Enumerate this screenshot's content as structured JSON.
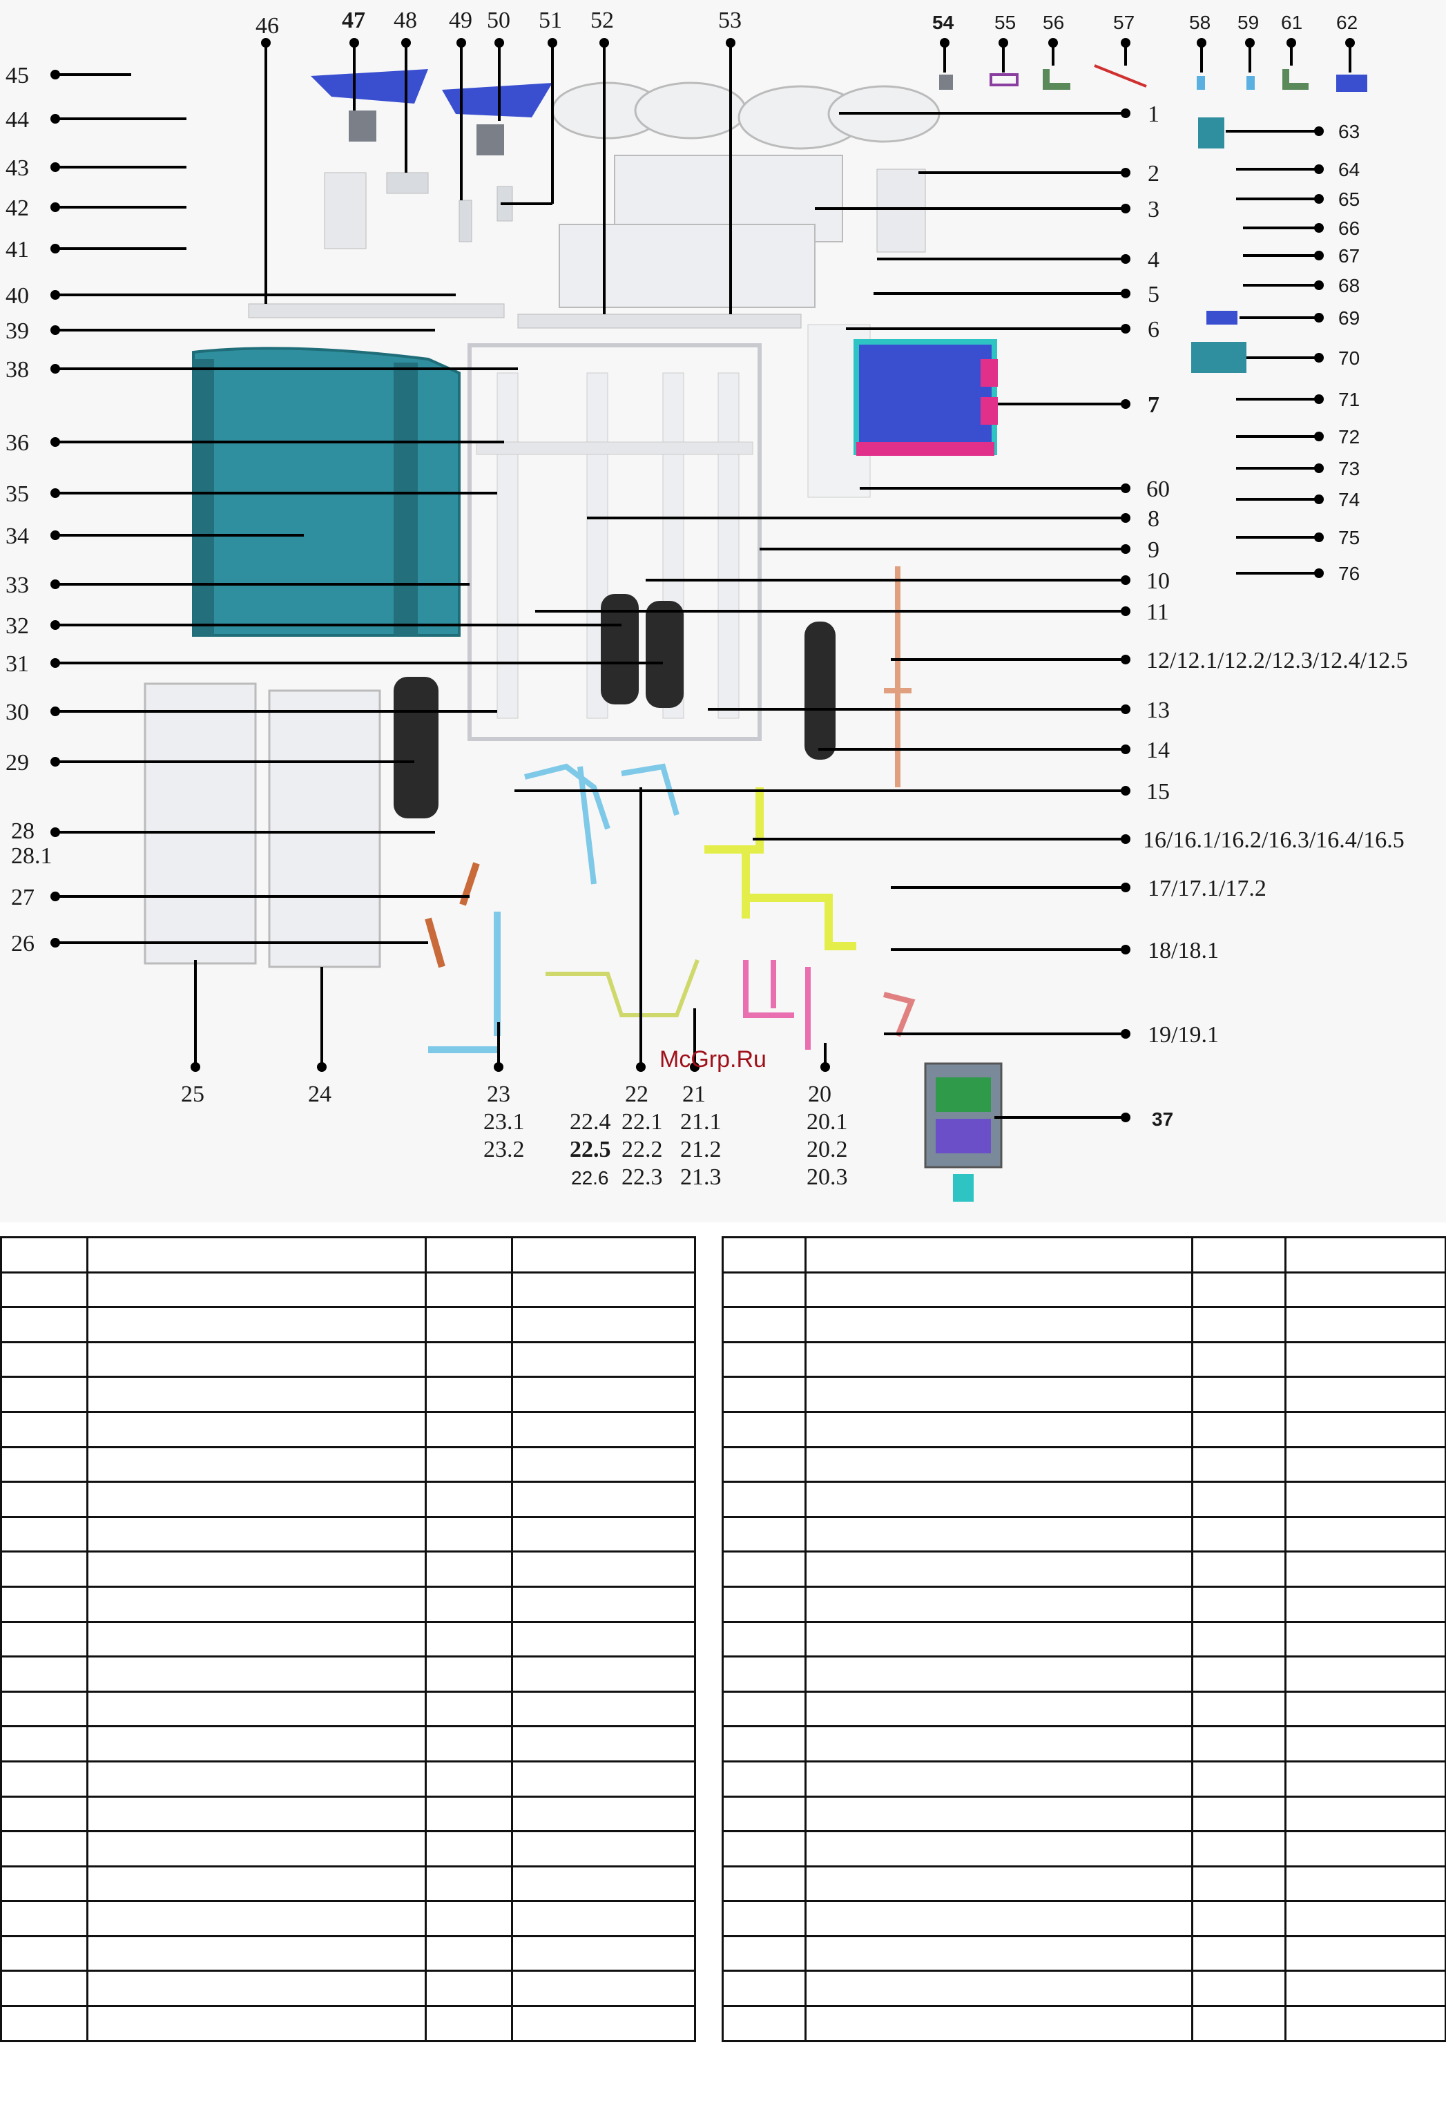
{
  "watermark": "McGrp.Ru",
  "callouts": {
    "top": [
      "46",
      "47",
      "48",
      "49",
      "50",
      "51",
      "52",
      "53",
      "54",
      "55",
      "56",
      "57",
      "58",
      "59",
      "61",
      "62"
    ],
    "left": [
      "45",
      "44",
      "43",
      "42",
      "41",
      "40",
      "39",
      "38",
      "36",
      "35",
      "34",
      "33",
      "32",
      "31",
      "30",
      "29",
      "28",
      "28.1",
      "27",
      "26"
    ],
    "right": [
      "1",
      "2",
      "3",
      "4",
      "5",
      "6",
      "7",
      "60",
      "8",
      "9",
      "10",
      "11",
      "12/12.1/12.2/12.3/12.4/12.5",
      "13",
      "14",
      "15",
      "16/16.1/16.2/16.3/16.4/16.5",
      "17/17.1/17.2",
      "18/18.1",
      "19/19.1",
      "37"
    ],
    "small_right": [
      "63",
      "64",
      "65",
      "66",
      "67",
      "68",
      "69",
      "70",
      "71",
      "72",
      "73",
      "74",
      "75",
      "76"
    ],
    "bottom": {
      "n25": "25",
      "n24": "24",
      "n23": "23",
      "n23_1": "23.1",
      "n23_2": "23.2",
      "n22": "22",
      "n22_1": "22.1",
      "n22_2": "22.2",
      "n22_3": "22.3",
      "n22_4": "22.4",
      "n22_5": "22.5",
      "n22_6": "22.6",
      "n21": "21",
      "n21_1": "21.1",
      "n21_2": "21.2",
      "n21_3": "21.3",
      "n20": "20",
      "n20_1": "20.1",
      "n20_2": "20.2",
      "n20_3": "20.3"
    }
  },
  "tables": {
    "left": {
      "rows": 23,
      "columns": 4
    },
    "right": {
      "rows": 23,
      "columns": 4
    }
  },
  "colors": {
    "coil": "#2f8f9e",
    "fan": "#3a4fd0",
    "compressor": "#2a2a2a",
    "pipe_blue": "#7ec8e8",
    "pipe_yellow": "#e4ee4a",
    "pipe_pink": "#e96fb0",
    "pipe_copper": "#e0a080",
    "panel": "#e8eaf0"
  }
}
